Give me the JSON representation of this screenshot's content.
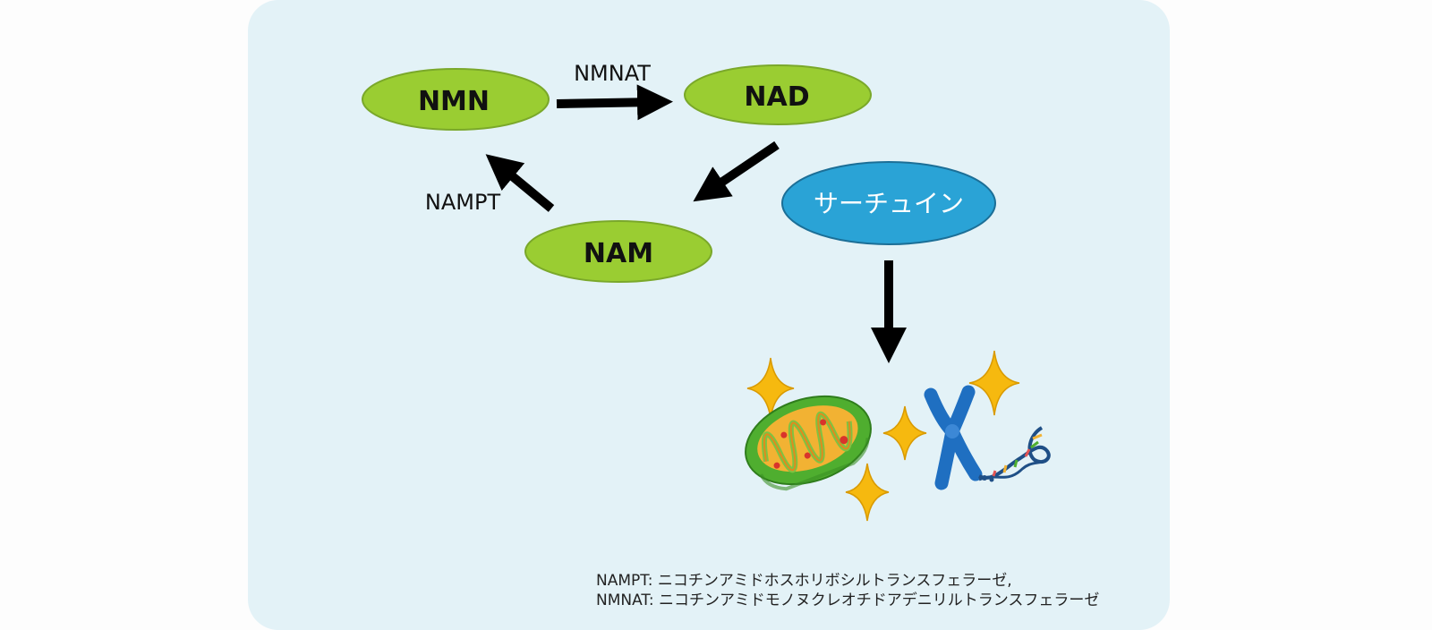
{
  "nodes": {
    "nmn": "NMN",
    "nad": "NAD",
    "nam": "NAM",
    "sirtuin": "サーチュイン"
  },
  "enzymes": {
    "nmnat": "NMNAT",
    "nampt": "NAMPT"
  },
  "footnote": {
    "line1": "NAMPT: ニコチンアミドホスホリボシルトランスフェラーゼ,",
    "line2": "NMNAT: ニコチンアミドモノヌクレオチドアデニリルトランスフェラーゼ"
  },
  "colors": {
    "panel_background": "#e3f2f7",
    "metabolite_fill": "#9acd32",
    "metabolite_stroke": "#7aa82a",
    "sirtuin_fill": "#2aa3d6",
    "sirtuin_stroke": "#1c6f97",
    "arrow": "#000000",
    "sparkle": "#f6b90f",
    "mitochondria_outer": "#4fae2f",
    "chromosome": "#1f6fc1"
  },
  "icons": [
    "sparkle-icon",
    "mitochondria-icon",
    "chromosome-icon",
    "dna-helix-icon"
  ]
}
